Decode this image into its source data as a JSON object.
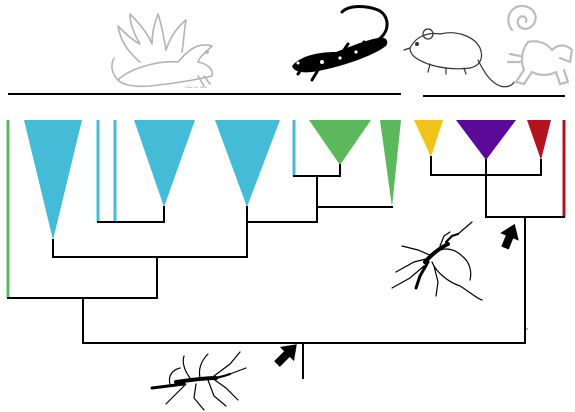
{
  "colors": {
    "branch": "#000000",
    "cyan": "#44bcd8",
    "green": "#5cb85c",
    "yellow": "#f0c419",
    "purple": "#5a0a96",
    "red": "#b3121f",
    "signature": "#7d7d7d",
    "sketch": "#b3b3b3",
    "arrow": "#000000"
  },
  "host_groups": [
    {
      "icon": "dove-icon",
      "lineage": "bird"
    },
    {
      "icon": "lizard-icon",
      "lineage": "reptile"
    },
    {
      "icon": "rodent-icon",
      "lineage": "mammal"
    },
    {
      "icon": "monkey-icon",
      "lineage": "mammal"
    }
  ],
  "clades": [
    {
      "id": "cyan-1",
      "color": "cyan"
    },
    {
      "id": "cyan-2",
      "color": "cyan"
    },
    {
      "id": "cyan-3",
      "color": "cyan"
    },
    {
      "id": "green-1",
      "color": "green"
    },
    {
      "id": "green-2",
      "color": "green"
    },
    {
      "id": "yellow-1",
      "color": "yellow"
    },
    {
      "id": "purple-1",
      "color": "purple"
    },
    {
      "id": "red-1",
      "color": "red"
    }
  ],
  "vectors": [
    {
      "icon": "culicine-mosquito-icon"
    },
    {
      "icon": "anopheles-mosquito-icon"
    }
  ]
}
